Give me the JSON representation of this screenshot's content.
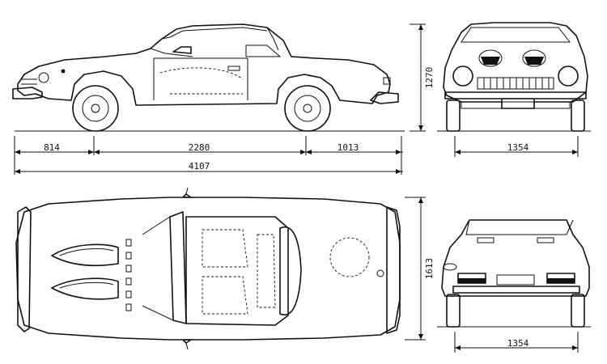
{
  "dimensions": {
    "front_overhang": "814",
    "wheelbase": "2280",
    "rear_overhang": "1013",
    "overall_length": "4107",
    "height": "1270",
    "front_track": "1354",
    "width": "1613",
    "rear_track": "1354"
  }
}
